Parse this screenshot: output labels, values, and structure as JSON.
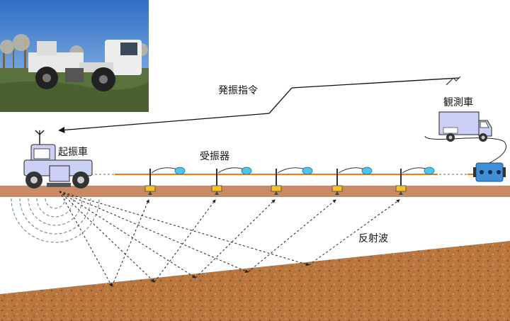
{
  "labels": {
    "command": "発振指令",
    "observation_vehicle": "観測車",
    "vibrator_vehicle": "起振車",
    "geophones": "受振器",
    "reflected_waves": "反射波"
  },
  "photo": {
    "depicts": "vibroseis truck in a field",
    "sky_color": "#2f6fc4",
    "ground_color": "#57723a"
  },
  "colors": {
    "cable": "#f07a1f",
    "ground_surface": "#c98a66",
    "subsurface": "#b9773f",
    "truck_body": "#cdd0f5",
    "truck_window": "#ffffff",
    "wave_circles": "#5a7c91",
    "dashed_rays": "#222222"
  },
  "icons": {
    "antenna": "antenna-icon",
    "lightning": "signal-bolt-icon",
    "geophone": "geophone-icon",
    "recorder": "recorder-box-icon"
  }
}
